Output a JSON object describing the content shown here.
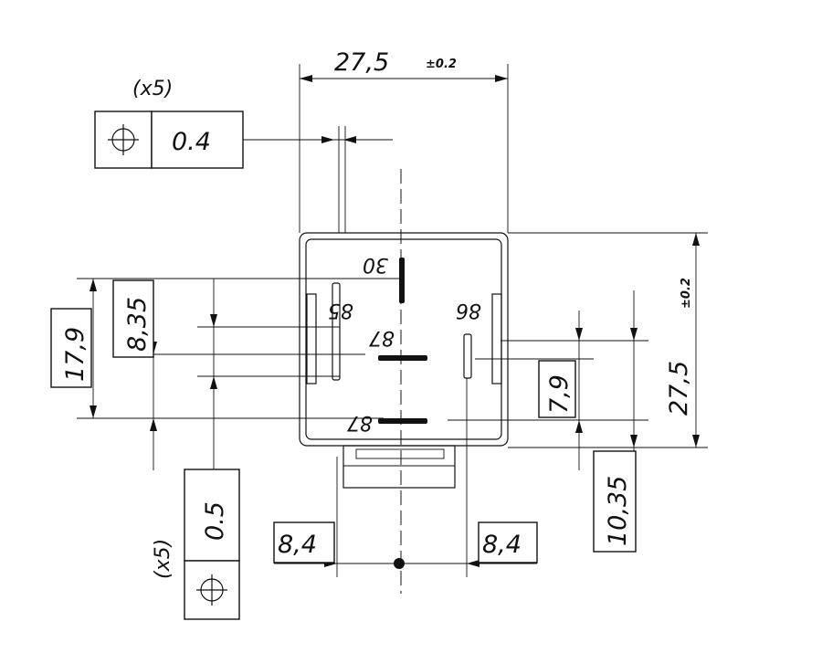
{
  "dimensions": {
    "top_width": "27,5",
    "top_tol": "±0.2",
    "right_height": "27,5",
    "right_tol": "±0.2",
    "left_17_9": "17,9",
    "left_8_35": "8,35",
    "right_7_9": "7,9",
    "right_10_35": "10,35",
    "bottom_left_8_4": "8,4",
    "bottom_right_8_4": "8,4"
  },
  "tolerance_top": {
    "count": "(x5)",
    "symbol": "⌖",
    "value": "0.4"
  },
  "tolerance_bottom": {
    "count": "(x5)",
    "symbol": "⌖",
    "value": "0.5"
  },
  "pins": {
    "p30": "30",
    "p85": "85",
    "p86": "86",
    "p87": "87",
    "p87b": "87"
  }
}
